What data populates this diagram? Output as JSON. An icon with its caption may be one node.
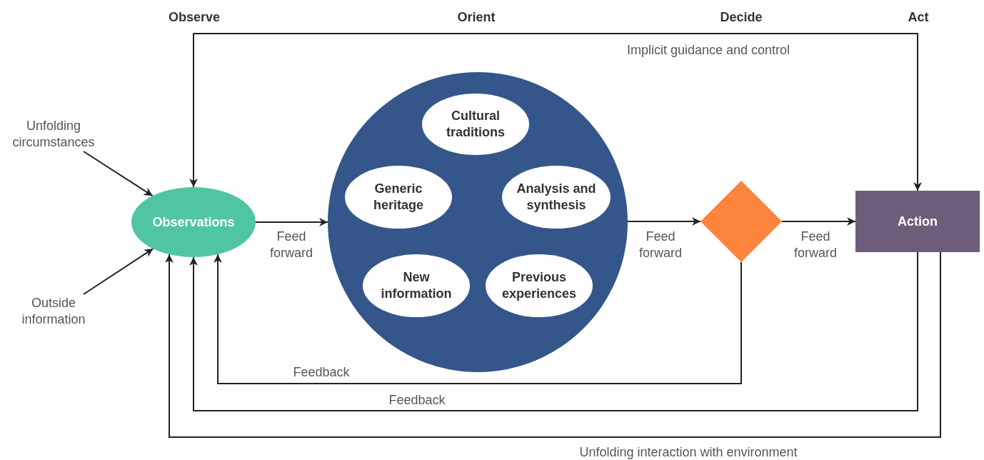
{
  "diagram": {
    "nodes": [
      {
        "text": [
          "Unfolding circumstances"
        ]
      },
      {
        "text": [
          "Outside information"
        ]
      },
      {
        "text": [
          "Observations"
        ]
      },
      {
        "text": [],
        "shape": "circle"
      },
      {
        "text": [
          "Cultural traditions"
        ],
        "in": 3
      },
      {
        "text": [
          "Generic heritage"
        ],
        "in": 3
      },
      {
        "text": [
          "Analysis and synthesis"
        ],
        "in": 3
      },
      {
        "text": [
          "New information"
        ],
        "in": 3
      },
      {
        "text": [
          "Previous experiences"
        ],
        "in": 3
      },
      {
        "text": [],
        "shape": "diamond"
      },
      {
        "text": [
          "Action"
        ]
      }
    ],
    "edges": [
      {
        "from": 0,
        "to": 2,
        "arrow": "to"
      },
      {
        "from": 1,
        "to": 2,
        "arrow": "to"
      },
      {
        "from": 2,
        "to": 3,
        "arrow": "to",
        "label": "Feed forward"
      },
      {
        "from": 3,
        "to": 9,
        "arrow": "to",
        "label": "Feed forward"
      },
      {
        "from": 9,
        "to": 10,
        "arrow": "to",
        "label": "Feed forward"
      },
      {
        "from": 9,
        "to": 2,
        "arrow": "to",
        "label": "Feedback"
      },
      {
        "from": 10,
        "to": 2,
        "arrow": "to",
        "label": "Feedback"
      },
      {
        "from": 10,
        "to": 2,
        "arrow": "to",
        "label": "Unfolding interaction with environment"
      },
      {
        "from": 2,
        "to": 10,
        "arrow": "both",
        "label": "Implicit guidance and control"
      }
    ],
    "labels": [
      "Observe",
      "Orient",
      "Decide",
      "Act"
    ]
  }
}
